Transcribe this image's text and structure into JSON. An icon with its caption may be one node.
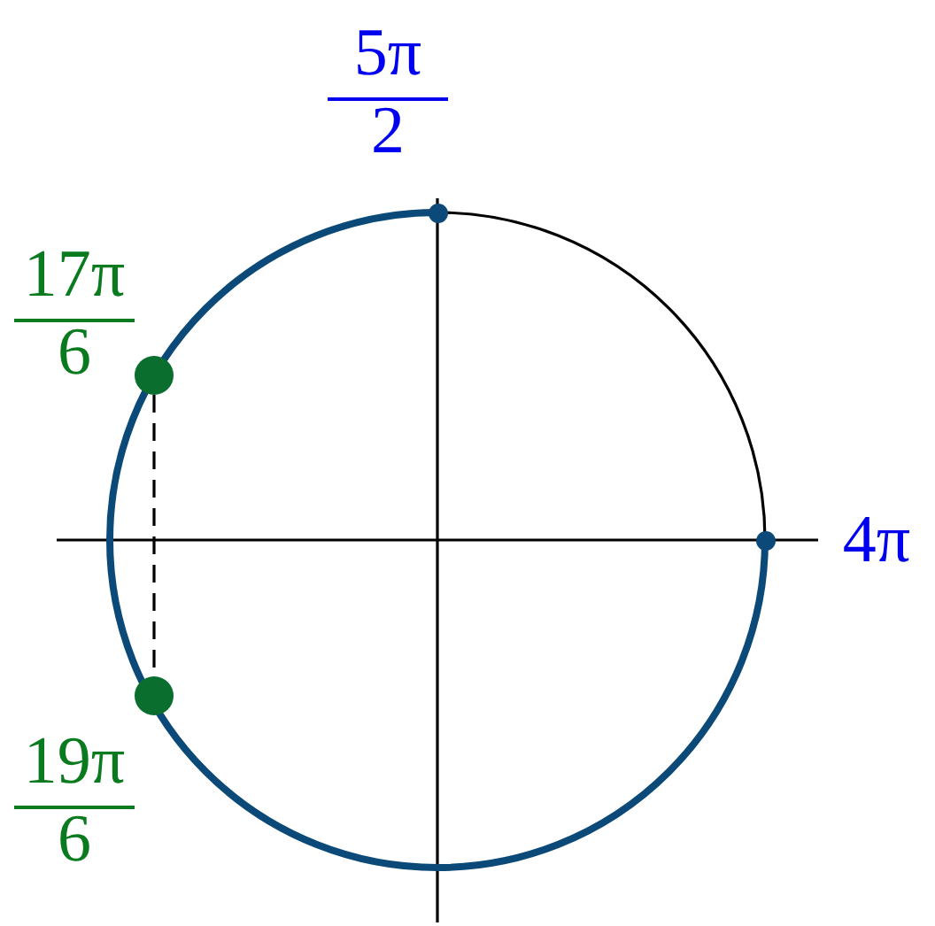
{
  "diagram": {
    "nodes": [
      {
        "text": [],
        "shape": "circle",
        "beside": [
          "5π",
          "2"
        ]
      },
      {
        "text": [],
        "shape": "circle",
        "beside": [
          "4π"
        ]
      },
      {
        "text": [],
        "shape": "circle",
        "beside": [
          "17π",
          "6"
        ]
      },
      {
        "text": [],
        "shape": "circle",
        "beside": [
          "19π",
          "6"
        ]
      }
    ],
    "edges": [
      {
        "from": 2,
        "to": 3,
        "arrow": "none",
        "style": "dashed"
      }
    ]
  }
}
